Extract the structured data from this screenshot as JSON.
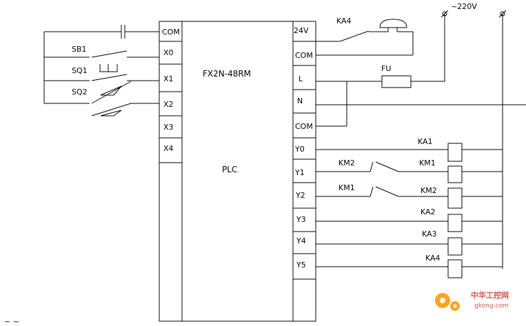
{
  "plc": {
    "model": "FX2N-48RM",
    "label": "PLC"
  },
  "inputs": {
    "com": "COM",
    "x0": "X0",
    "x1": "X1",
    "x2": "X2",
    "x3": "X3",
    "x4": "X4"
  },
  "outputs": {
    "v24": "24V",
    "com1": "COM",
    "l": "L",
    "n": "N",
    "com2": "COM",
    "y0": "Y0",
    "y1": "Y1",
    "y2": "Y2",
    "y3": "Y3",
    "y4": "Y4",
    "y5": "Y5"
  },
  "devices": {
    "sb1": "SB1",
    "sq1": "SQ1",
    "sq2": "SQ2",
    "ka4_contact": "KA4",
    "fu": "FU",
    "supply": "~220V",
    "km2_contact": "KM2",
    "km1_contact": "KM1"
  },
  "coils": {
    "ka1": "KA1",
    "km1": "KM1",
    "km2": "KM2",
    "ka2": "KA2",
    "ka3": "KA3",
    "ka4": "KA4"
  },
  "watermark": {
    "cn": "中华工控网",
    "url": "gkong.com"
  },
  "corner_text": "~ ~"
}
